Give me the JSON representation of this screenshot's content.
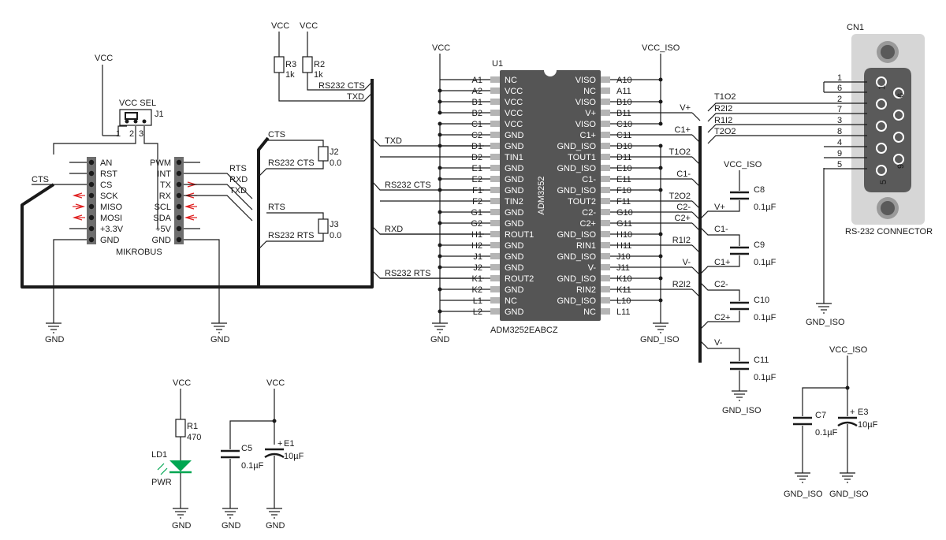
{
  "power": {
    "vcc": "VCC",
    "vcc_iso": "VCC_ISO",
    "gnd": "GND",
    "gnd_iso": "GND_ISO"
  },
  "chip": {
    "ref": "U1",
    "name": "ADM3252",
    "part": "ADM3252EABCZ",
    "left_pins": [
      {
        "id": "A1",
        "fn": "NC"
      },
      {
        "id": "A2",
        "fn": "VCC"
      },
      {
        "id": "B1",
        "fn": "VCC"
      },
      {
        "id": "B2",
        "fn": "VCC"
      },
      {
        "id": "C1",
        "fn": "VCC"
      },
      {
        "id": "C2",
        "fn": "GND"
      },
      {
        "id": "D1",
        "fn": "GND"
      },
      {
        "id": "D2",
        "fn": "TIN1"
      },
      {
        "id": "E1",
        "fn": "GND"
      },
      {
        "id": "E2",
        "fn": "GND"
      },
      {
        "id": "F1",
        "fn": "GND"
      },
      {
        "id": "F2",
        "fn": "TIN2"
      },
      {
        "id": "G1",
        "fn": "GND"
      },
      {
        "id": "G2",
        "fn": "GND"
      },
      {
        "id": "H1",
        "fn": "ROUT1"
      },
      {
        "id": "H2",
        "fn": "GND"
      },
      {
        "id": "J1",
        "fn": "GND"
      },
      {
        "id": "J2",
        "fn": "GND"
      },
      {
        "id": "K1",
        "fn": "ROUT2"
      },
      {
        "id": "K2",
        "fn": "GND"
      },
      {
        "id": "L1",
        "fn": "NC"
      },
      {
        "id": "L2",
        "fn": "GND"
      }
    ],
    "right_pins": [
      {
        "id": "A10",
        "fn": "VISO"
      },
      {
        "id": "A11",
        "fn": "NC"
      },
      {
        "id": "B10",
        "fn": "VISO"
      },
      {
        "id": "B11",
        "fn": "V+"
      },
      {
        "id": "C10",
        "fn": "VISO"
      },
      {
        "id": "C11",
        "fn": "C1+"
      },
      {
        "id": "D10",
        "fn": "GND_ISO"
      },
      {
        "id": "D11",
        "fn": "TOUT1"
      },
      {
        "id": "E10",
        "fn": "GND_ISO"
      },
      {
        "id": "E11",
        "fn": "C1-"
      },
      {
        "id": "F10",
        "fn": "GND_ISO"
      },
      {
        "id": "F11",
        "fn": "TOUT2"
      },
      {
        "id": "G10",
        "fn": "C2-"
      },
      {
        "id": "G11",
        "fn": "C2+"
      },
      {
        "id": "H10",
        "fn": "GND_ISO"
      },
      {
        "id": "H11",
        "fn": "RIN1"
      },
      {
        "id": "J10",
        "fn": "GND_ISO"
      },
      {
        "id": "J11",
        "fn": "V-"
      },
      {
        "id": "K10",
        "fn": "GND_ISO"
      },
      {
        "id": "K11",
        "fn": "RIN2"
      },
      {
        "id": "L10",
        "fn": "GND_ISO"
      },
      {
        "id": "L11",
        "fn": "NC"
      }
    ],
    "right_nets": [
      "V+",
      "C1+",
      "T1O2",
      "C1-",
      "T2O2",
      "C2-",
      "C2+",
      "R1I2",
      "V-",
      "R2I2"
    ]
  },
  "mikrobus": {
    "label": "MIKROBUS",
    "left": [
      "AN",
      "RST",
      "CS",
      "SCK",
      "MISO",
      "MOSI",
      "+3.3V",
      "GND"
    ],
    "right": [
      "PWM",
      "INT",
      "TX",
      "RX",
      "SCL",
      "SDA",
      "+5V",
      "GND"
    ]
  },
  "vcc_sel": {
    "label": "VCC SEL",
    "ref": "J1",
    "pins": [
      "1",
      "2",
      "3"
    ]
  },
  "nets": {
    "cts": "CTS",
    "rts": "RTS",
    "txd": "TXD",
    "rxd": "RXD",
    "rs232_cts": "RS232 CTS",
    "rs232_rts": "RS232 RTS"
  },
  "resistors": [
    {
      "ref": "R3",
      "value": "1k"
    },
    {
      "ref": "R2",
      "value": "1k"
    },
    {
      "ref": "R1",
      "value": "470"
    }
  ],
  "jumpers": [
    {
      "ref": "J2",
      "value": "0.0"
    },
    {
      "ref": "J3",
      "value": "0.0"
    }
  ],
  "capacitors": [
    {
      "ref": "C8",
      "value": "0.1µF"
    },
    {
      "ref": "C9",
      "value": "0.1µF"
    },
    {
      "ref": "C10",
      "value": "0.1µF"
    },
    {
      "ref": "C11",
      "value": "0.1µF"
    },
    {
      "ref": "C5",
      "value": "0.1µF"
    },
    {
      "ref": "E1",
      "value": "10µF"
    },
    {
      "ref": "C7",
      "value": "0.1µF"
    },
    {
      "ref": "E3",
      "value": "10µF"
    }
  ],
  "cap_nets": {
    "c9_top": "C1-",
    "c9_bot": "C1+",
    "c10_top": "C2-",
    "c10_bot": "C2+",
    "c11_top": "V-",
    "c8_top": "V+"
  },
  "led": {
    "ref": "LD1",
    "label": "PWR"
  },
  "polarity": "+",
  "connector": {
    "ref": "CN1",
    "label": "RS-232 CONNECTOR",
    "pin_numbers": [
      "1",
      "6",
      "2",
      "7",
      "3",
      "8",
      "4",
      "9",
      "5"
    ],
    "pad_numbers": [
      "1",
      "6",
      "9",
      "5"
    ],
    "nets": [
      "T1O2",
      "R2I2",
      "R1I2",
      "T2O2"
    ]
  },
  "colors": {
    "chip": "#555555",
    "pin": "#b5b5b5",
    "led": "#00a651",
    "arrow": "#e02020",
    "connector_bg": "#d6d6d6",
    "connector_body": "#5a5a5a"
  }
}
